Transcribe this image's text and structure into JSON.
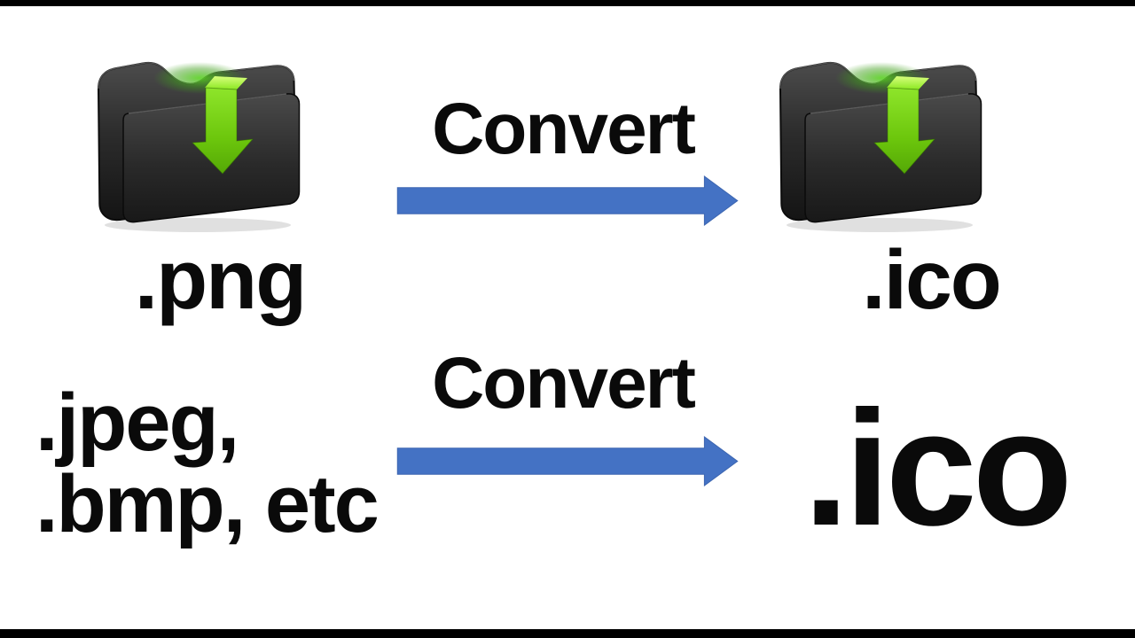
{
  "colors": {
    "background": "#ffffff",
    "letterbox": "#000000",
    "text": "#0a0a0a",
    "arrow_blue": "#4472c4",
    "arrow_blue_edge": "#3c65b0",
    "folder_green": "#7ed321"
  },
  "conversion_rows": {
    "row1": {
      "source_icon": "black-folder-download-icon",
      "source_label": ".png",
      "convert_label": "Convert",
      "target_icon": "black-folder-download-icon",
      "target_label": ".ico"
    },
    "row2": {
      "source_label_line1": ".jpeg,",
      "source_label_line2": ".bmp, etc",
      "convert_label": "Convert",
      "target_label": ".ico"
    }
  }
}
